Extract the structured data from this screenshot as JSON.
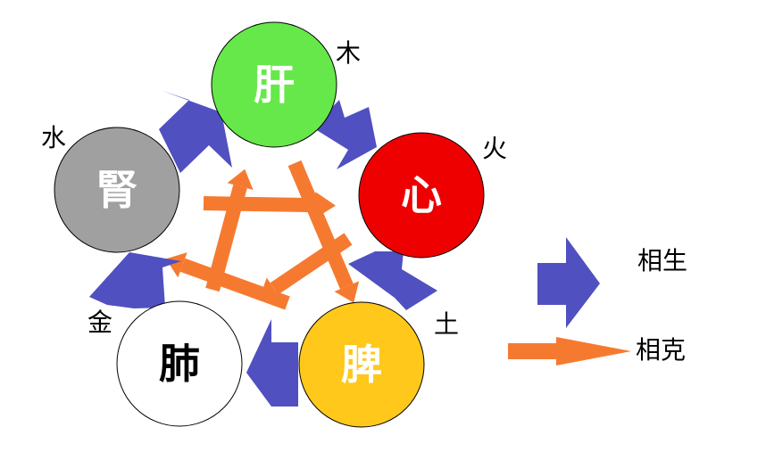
{
  "diagram": {
    "organs": [
      {
        "id": "liver",
        "label": "肝",
        "element": "木",
        "fill": "#66e84a",
        "text_color": "#ffffff"
      },
      {
        "id": "heart",
        "label": "心",
        "element": "火",
        "fill": "#ee0000",
        "text_color": "#ffffff"
      },
      {
        "id": "spleen",
        "label": "脾",
        "element": "土",
        "fill": "#ffc81a",
        "text_color": "#ffffff"
      },
      {
        "id": "lung",
        "label": "肺",
        "element": "金",
        "fill": "#ffffff",
        "text_color": "#000000"
      },
      {
        "id": "kidney",
        "label": "腎",
        "element": "水",
        "fill": "#a0a0a0",
        "text_color": "#ffffff"
      }
    ],
    "colors": {
      "generating_arrow": "#5050c0",
      "controlling_arrow": "#f57a30",
      "circle_stroke": "#000000"
    },
    "legend": {
      "generating_label": "相生",
      "controlling_label": "相克"
    }
  }
}
